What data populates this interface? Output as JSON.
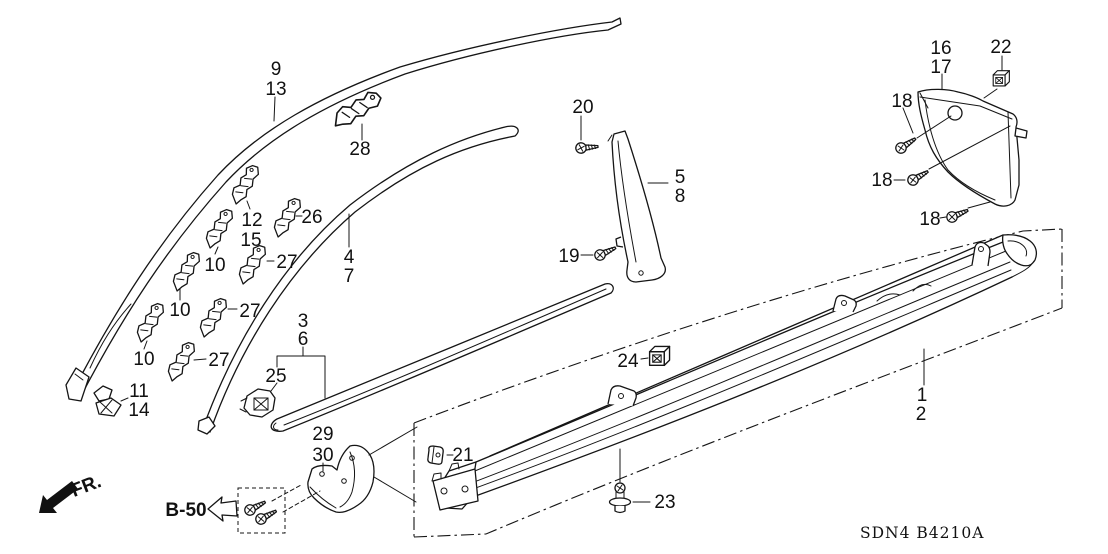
{
  "diagram": {
    "type": "exploded-parts-diagram",
    "drawing_code": "SDN4 B4210A",
    "direction_indicator": "FR.",
    "cross_reference": "B-50",
    "colors": {
      "line": "#151515",
      "background": "#ffffff"
    },
    "callouts": {
      "c1": "1",
      "c2": "2",
      "c3": "3",
      "c4": "4",
      "c5": "5",
      "c6": "6",
      "c7": "7",
      "c8": "8",
      "c9": "9",
      "c10a": "10",
      "c10b": "10",
      "c10c": "10",
      "c11": "11",
      "c12": "12",
      "c13": "13",
      "c14": "14",
      "c15": "15",
      "c16": "16",
      "c17": "17",
      "c18a": "18",
      "c18b": "18",
      "c18c": "18",
      "c19": "19",
      "c20": "20",
      "c21": "21",
      "c22": "22",
      "c23": "23",
      "c24": "24",
      "c25": "25",
      "c26": "26",
      "c27a": "27",
      "c27b": "27",
      "c27c": "27",
      "c28": "28",
      "c29": "29",
      "c30": "30"
    }
  }
}
